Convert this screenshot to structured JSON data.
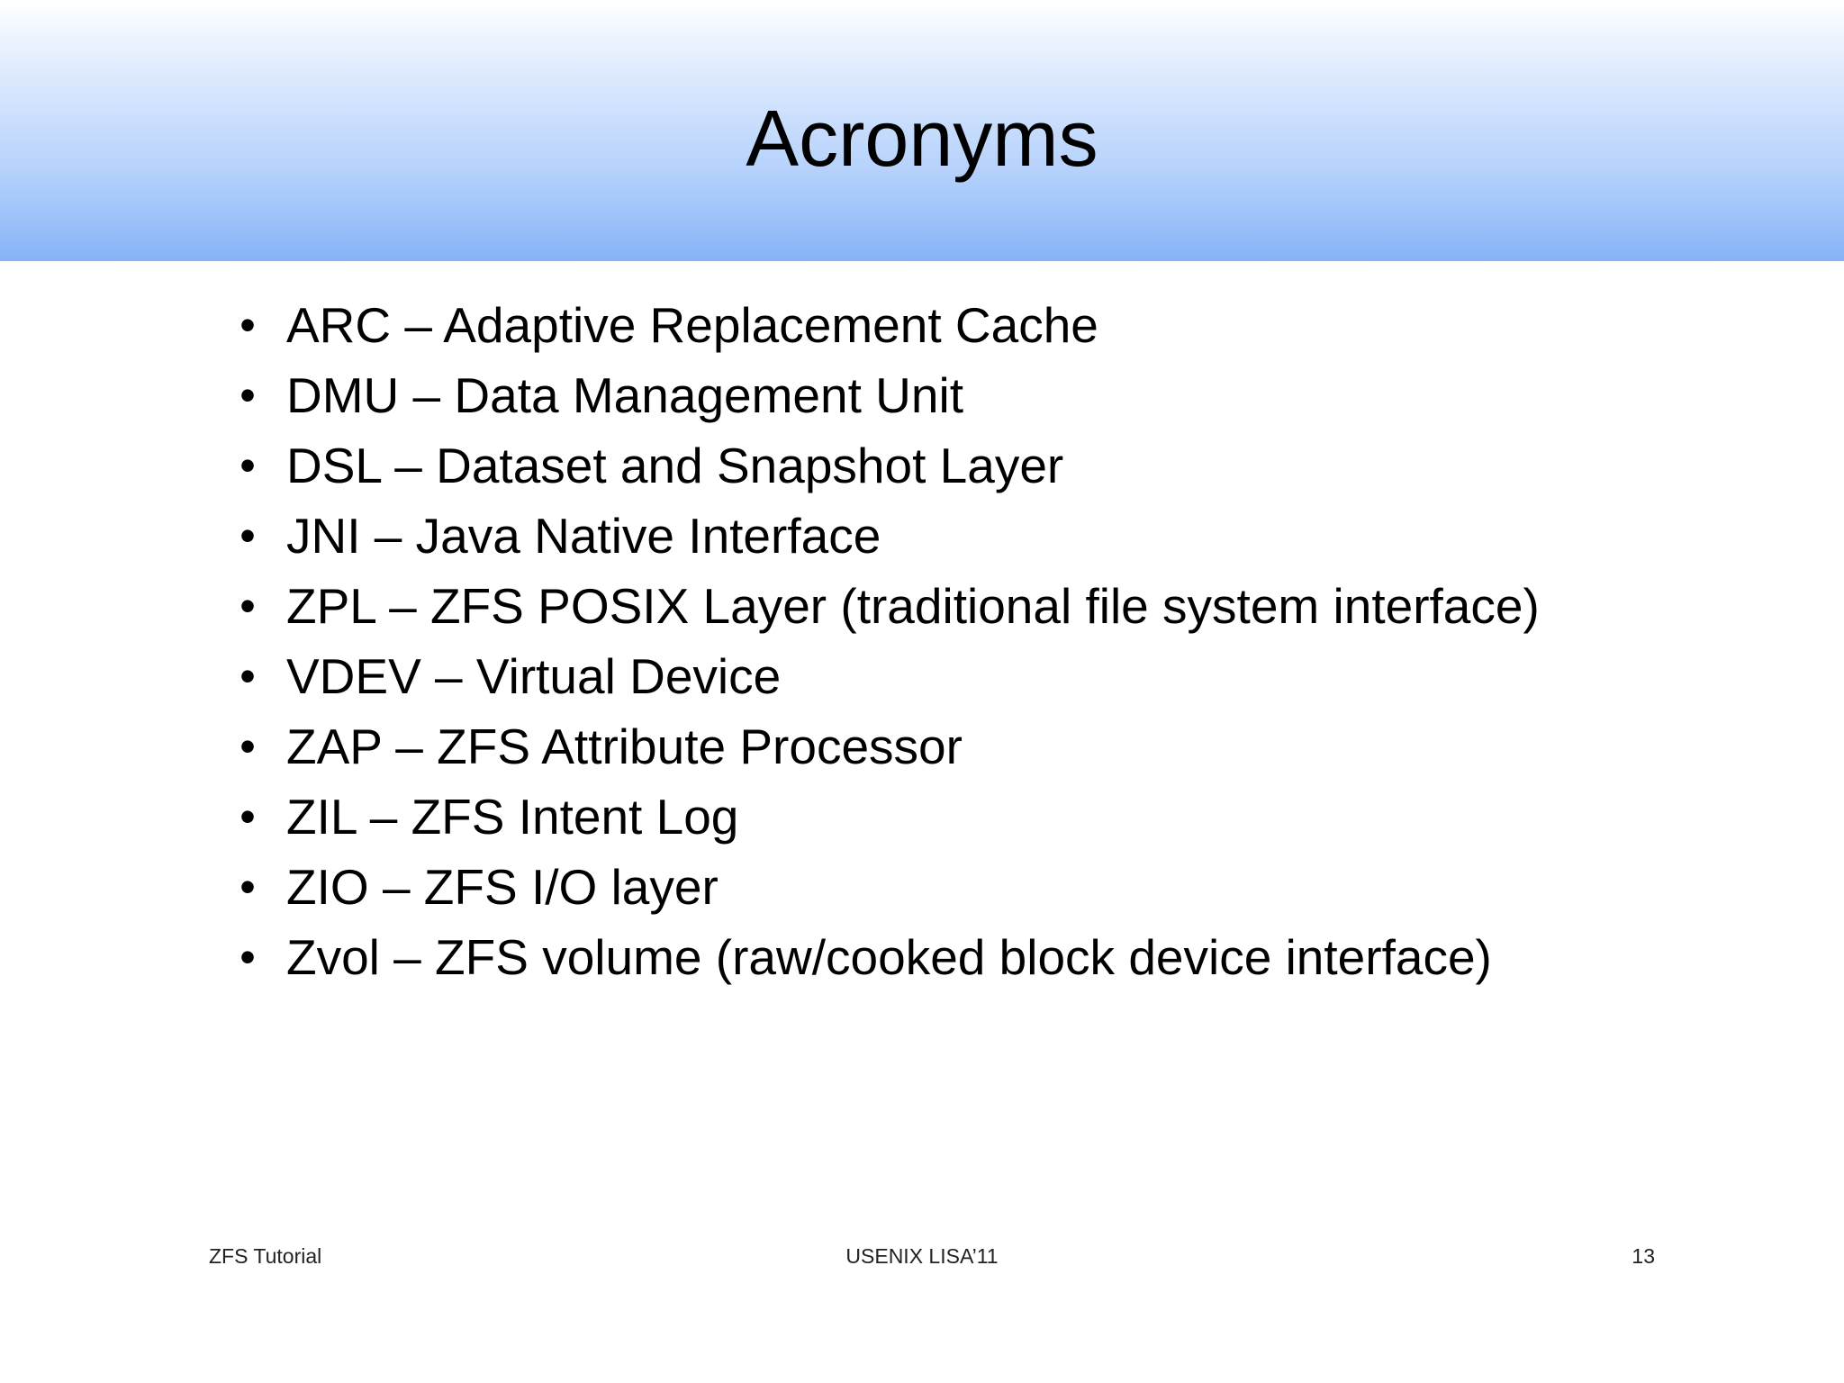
{
  "slide": {
    "title": "Acronyms",
    "bullets": [
      "ARC – Adaptive Replacement Cache",
      "DMU – Data Management Unit",
      "DSL – Dataset and Snapshot Layer",
      "JNI – Java Native Interface",
      "ZPL – ZFS POSIX Layer (traditional file system interface)",
      "VDEV – Virtual Device",
      "ZAP – ZFS Attribute Processor",
      "ZIL – ZFS Intent Log",
      "ZIO – ZFS I/O layer",
      "Zvol – ZFS volume (raw/cooked block device interface)"
    ],
    "bullet_glyph": "•",
    "colors": {
      "title_band_top": "#ffffff",
      "title_band_bottom": "#86b3f7",
      "text": "#000000"
    }
  },
  "footer": {
    "left": "ZFS Tutorial",
    "center": "USENIX LISA’11",
    "right": "13"
  }
}
